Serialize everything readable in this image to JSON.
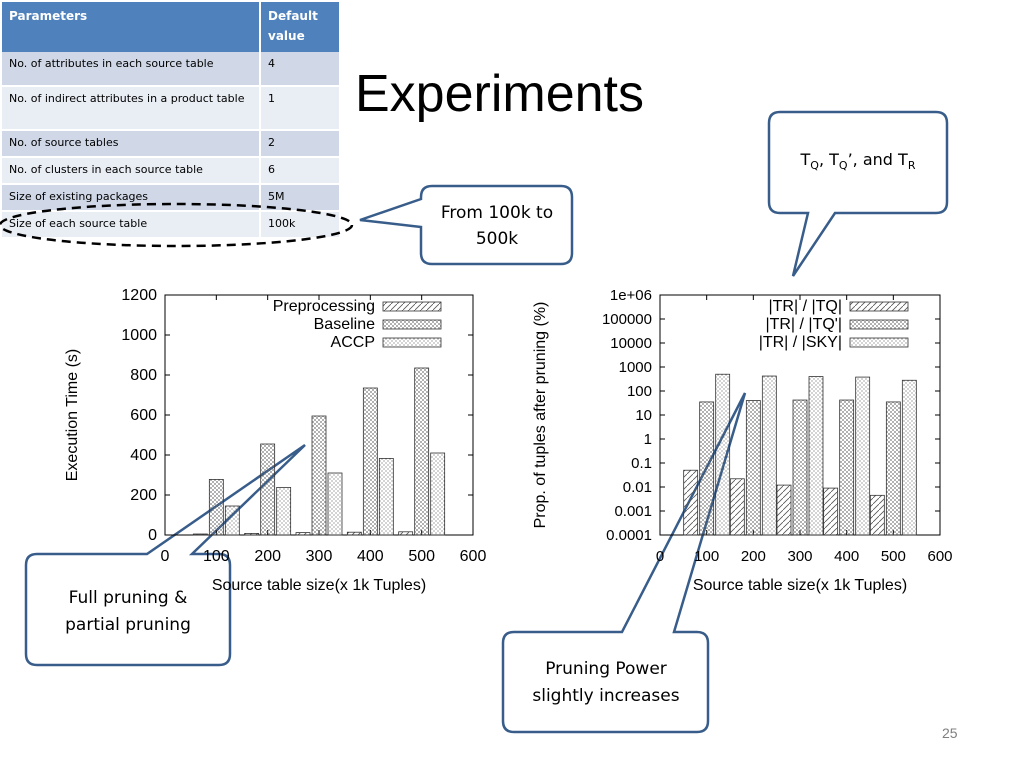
{
  "slide": {
    "title": "Experiments",
    "number": "25"
  },
  "table": {
    "headers": [
      "Parameters",
      "Default value"
    ],
    "rows": [
      [
        "No. of attributes in each source table",
        "4"
      ],
      [
        "No. of indirect attributes in a product table",
        "1"
      ],
      [
        "No. of source tables",
        "2"
      ],
      [
        "No. of clusters in each source table",
        "6"
      ],
      [
        "Size of existing packages",
        "5M"
      ],
      [
        "Size of each source table",
        "100k"
      ]
    ]
  },
  "callouts": {
    "range": "From 100k to 500k",
    "tq": [
      "T",
      "Q",
      ", T",
      "Q",
      "’, and T",
      "R"
    ],
    "pruning_types": "Full pruning & partial pruning",
    "pruning_power": "Pruning Power slightly increases"
  },
  "colors": {
    "table_header": "#4f81bd",
    "table_row_dark": "#d0d8e8",
    "table_row_light": "#e9edf4",
    "callout_border": "#385d8a"
  },
  "chart_data": [
    {
      "type": "bar",
      "xlabel": "Source table size(x 1k Tuples)",
      "ylabel": "Execution Time (s)",
      "xlim": [
        0,
        600
      ],
      "ylim": [
        0,
        1200
      ],
      "xticks": [
        "0",
        "100",
        "200",
        "300",
        "400",
        "500",
        "600"
      ],
      "yticks": [
        "0",
        "200",
        "400",
        "600",
        "800",
        "1000",
        "1200"
      ],
      "categories": [
        100,
        200,
        300,
        400,
        500
      ],
      "legend_position": "top-right",
      "series": [
        {
          "name": "Preprocessing",
          "values": [
            5,
            8,
            12,
            14,
            16
          ]
        },
        {
          "name": "Baseline",
          "values": [
            278,
            455,
            595,
            735,
            835
          ]
        },
        {
          "name": "ACCP",
          "values": [
            145,
            238,
            310,
            383,
            410
          ]
        }
      ]
    },
    {
      "type": "bar",
      "xlabel": "Source table size(x 1k Tuples)",
      "ylabel": "Prop. of tuples after pruning (%)",
      "scale_y": "log",
      "xlim": [
        0,
        600
      ],
      "ylim": [
        0.0001,
        1000000
      ],
      "xticks": [
        "0",
        "100",
        "200",
        "300",
        "400",
        "500",
        "600"
      ],
      "yticks": [
        "0.0001",
        "0.001",
        "0.01",
        "0.1",
        "1",
        "10",
        "100",
        "1000",
        "10000",
        "100000",
        "1e+06"
      ],
      "categories": [
        100,
        200,
        300,
        400,
        500
      ],
      "legend_position": "top-right",
      "series": [
        {
          "name": "|TR| / |TQ|",
          "values": [
            0.05,
            0.022,
            0.012,
            0.009,
            0.0045
          ]
        },
        {
          "name": "|TR| / |TQ'|",
          "values": [
            35,
            40,
            42,
            42,
            35
          ]
        },
        {
          "name": "|TR| / |SKY|",
          "values": [
            500,
            420,
            400,
            380,
            280
          ]
        }
      ]
    }
  ]
}
